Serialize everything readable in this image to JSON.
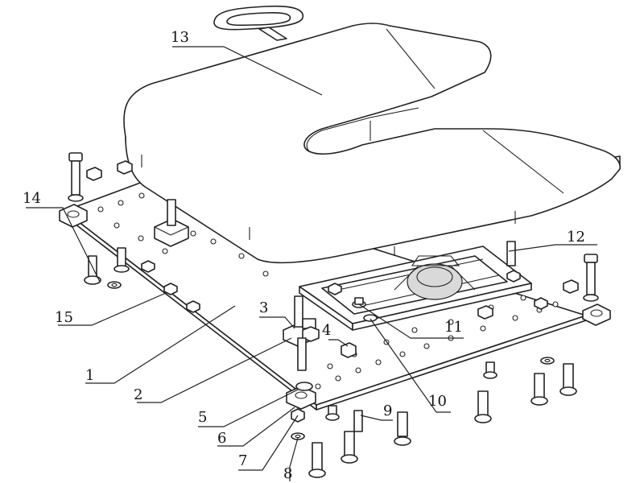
{
  "labels": {
    "l1": "1",
    "l2": "2",
    "l3": "3",
    "l4": "4",
    "l5": "5",
    "l6": "6",
    "l7": "7",
    "l8": "8",
    "l9": "9",
    "l10": "10",
    "l11": "11",
    "l12": "12",
    "l13": "13",
    "l14": "14",
    "l15": "15"
  },
  "colors": {
    "line": "#222222",
    "background": "#ffffff",
    "shade": "#d9d9d9"
  }
}
